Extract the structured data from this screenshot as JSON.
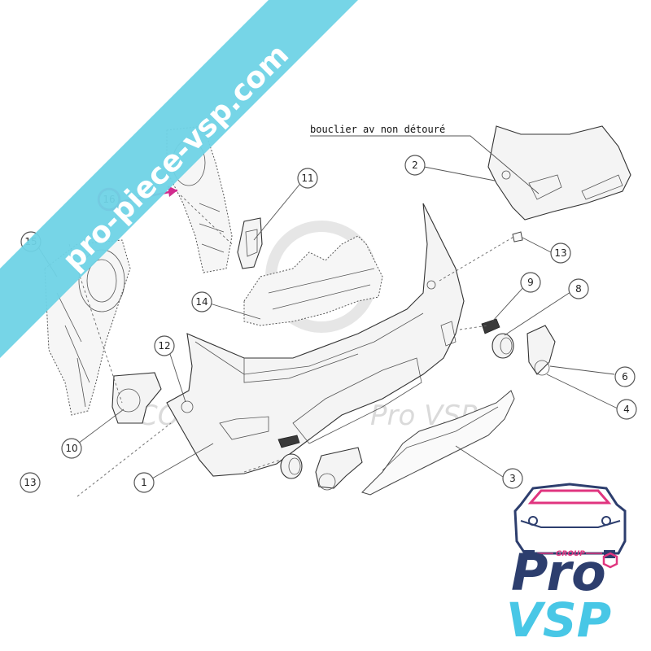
{
  "banner": {
    "text": "pro-piece-vsp.com",
    "color": "#6fd3e6"
  },
  "annotation": {
    "text": "bouclier av non détouré"
  },
  "watermark": {
    "copyright": "COPYRIGHT",
    "brand": "Pro VSP"
  },
  "logo": {
    "group": "GROUP",
    "pro": "Pro",
    "vsp": "VSP",
    "colors": {
      "navy": "#2d3e6e",
      "cyan": "#48c7e6",
      "pink": "#e0357f"
    }
  },
  "callouts": [
    "1",
    "2",
    "3",
    "4",
    "6",
    "8",
    "9",
    "10",
    "11",
    "12",
    "13",
    "13",
    "14",
    "15",
    "16"
  ],
  "highlight_color": "#d12c8e"
}
